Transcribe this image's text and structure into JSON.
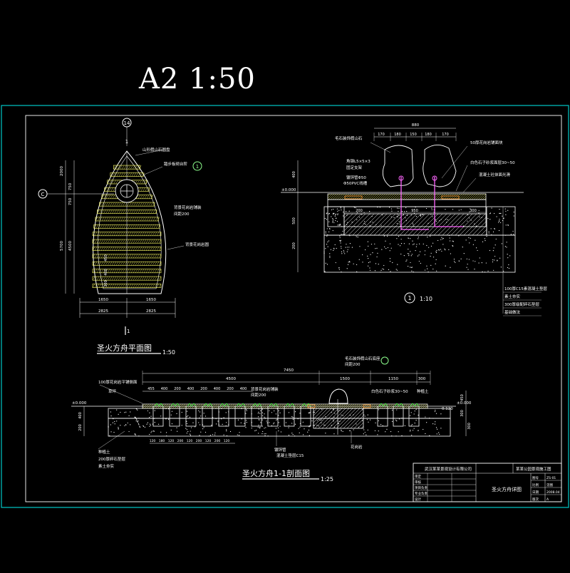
{
  "sheet": {
    "title": "A2 1:50",
    "border_color": "#00c8c8",
    "line_color": "#ffffff",
    "hatch_color": "#ffff66",
    "pipe_color": "#ff66ff",
    "note_color": "#ffffff",
    "dim_color": "#8dff8d"
  },
  "plan": {
    "axis_top": "14",
    "axis_left": "C",
    "section_mark": "1",
    "detail_mark": "1",
    "caption": "圣火方舟平面图",
    "scale": "1:50",
    "notes": [
      "山形假山石圆盘",
      "踏步板砌台阶",
      "背景花岗岩铺装",
      "间距200",
      "背景花岗岩圆"
    ],
    "dims_bottom": [
      "1650",
      "1650"
    ],
    "dims_total": [
      "2825",
      "2825"
    ],
    "dims_left": [
      "2000",
      "750",
      "750",
      "5700",
      "4500"
    ],
    "dims_rows": [
      "400",
      "450",
      "300"
    ]
  },
  "detail": {
    "mark": "1",
    "scale": "1:10",
    "dims_top_total": "880",
    "dims_top": [
      "170",
      "180",
      "150",
      "180",
      "170"
    ],
    "dims_mid": [
      "200",
      "950",
      "300"
    ],
    "dims_left": [
      "400",
      "500",
      "200"
    ],
    "level": "±0.000",
    "notes_left": [
      "毛石装饰假山石",
      "角钢L5×5×3",
      "固定支架",
      "镀锌管Φ50",
      "Φ50PVC线槽"
    ],
    "notes_right": [
      "50厚花岗岩铺面块",
      "白色石子砂浆面层30~50",
      "混凝土砼抹面光滑"
    ],
    "notes_bottom": [
      "100厚C15素混凝土垫层",
      "素土夯实",
      "300厚级配碎石垫层",
      "基础做法"
    ]
  },
  "section": {
    "caption": "圣火方舟1-1剖面图",
    "scale": "1:25",
    "dims_top_total": "7450",
    "dims_top_sub": [
      "4500",
      "1500",
      "1150",
      "300"
    ],
    "dims_top_small": [
      "455",
      "400",
      "200",
      "400",
      "200",
      "400",
      "200",
      "400"
    ],
    "dims_bottom": [
      "120",
      "180",
      "120",
      "200",
      "120",
      "200",
      "120",
      "200",
      "120"
    ],
    "level_left": "±0.000",
    "level_right": "±0.000",
    "level_mid": "0.120",
    "dims_right": [
      "450",
      "300",
      "300"
    ],
    "dims_left": [
      "400",
      "200"
    ],
    "notes": [
      "100厚花岗岩平铺侧面",
      "草坪",
      "种植土",
      "200厚碎石垫层",
      "素土夯实",
      "背景花岗岩铺装",
      "间距200",
      "白色石子砂浆30~50",
      "镀锌管",
      "背景花岗岩面",
      "种植土",
      "花岗岩",
      "混凝土垫层C15",
      "毛石装饰假山石底座",
      "间距200"
    ]
  },
  "title_block": {
    "company": "武汉某某景观设计有限公司",
    "project": "某某公园景观施工图",
    "drawing_name": "圣火方舟详图",
    "rows_left": [
      "审定",
      "审核",
      "项目负责",
      "专业负责",
      "设计"
    ],
    "rows_right": [
      "图号",
      "比例",
      "日期",
      "版次"
    ],
    "values_right": [
      "ZS-01",
      "见图",
      "2008.04",
      "A"
    ]
  }
}
